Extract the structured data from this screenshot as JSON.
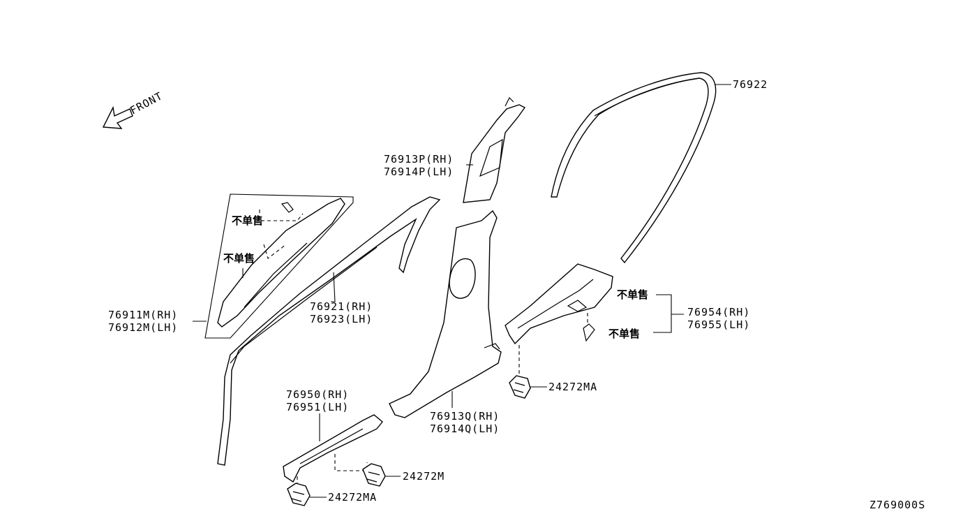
{
  "diagram": {
    "front_label": "FRONT",
    "drawing_id": "Z769000S",
    "labels": {
      "p76922": "76922",
      "p76913P": "76913P(RH)",
      "p76914P": "76914P(LH)",
      "p76911M": "76911M(RH)",
      "p76912M": "76912M(LH)",
      "p76921": "76921(RH)",
      "p76923": "76923(LH)",
      "p76954": "76954(RH)",
      "p76955": "76955(LH)",
      "p24272MA_a": "24272MA",
      "p76913Q": "76913Q(RH)",
      "p76914Q": "76914Q(LH)",
      "p76950": "76950(RH)",
      "p76951": "76951(LH)",
      "p24272M": "24272M",
      "p24272MA_b": "24272MA"
    },
    "not_sold_note": "不单售"
  }
}
